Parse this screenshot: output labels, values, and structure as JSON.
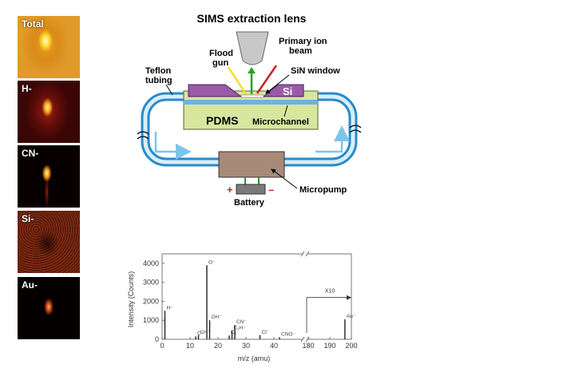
{
  "image_panels": [
    {
      "label": "Total"
    },
    {
      "label": "H-"
    },
    {
      "label": "CN-"
    },
    {
      "label": "Si-"
    },
    {
      "label": "Au-"
    }
  ],
  "diagram": {
    "title": "SIMS extraction lens",
    "flood_gun": [
      "Flood",
      "gun"
    ],
    "primary_ion_beam": [
      "Primary ion",
      "beam"
    ],
    "sin_window": "SiN window",
    "teflon_tubing": [
      "Teflon",
      "tubing"
    ],
    "si": "Si",
    "pdms": "PDMS",
    "microchannel": "Microchannel",
    "micropump": "Micropump",
    "battery": "Battery",
    "plus": "+",
    "minus": "–",
    "colors": {
      "pdms": "#d8e6a0",
      "si": "#9a5aa8",
      "tube": "#2a8ac8",
      "pump": "#a88a78",
      "lens": "#c0c0c0"
    }
  },
  "chart_data": {
    "type": "bar",
    "title": "",
    "xlabel": "m/z (amu)",
    "ylabel": "Intensity (Counts)",
    "ylim": [
      0,
      4500
    ],
    "yticks": [
      "0",
      "1000",
      "2000",
      "3000",
      "4000"
    ],
    "xticks_left": [
      "0",
      "10",
      "20",
      "30",
      "40"
    ],
    "xticks_right": [
      "180",
      "190",
      "200"
    ],
    "x_break": "between 50 and 180",
    "scale_annotation": "X10",
    "peaks": [
      {
        "mz": 1,
        "value": 1500,
        "label": "H⁻"
      },
      {
        "mz": 12,
        "value": 150,
        "label": "C⁻"
      },
      {
        "mz": 13,
        "value": 220,
        "label": "CH⁻"
      },
      {
        "mz": 16,
        "value": 3900,
        "label": "O⁻"
      },
      {
        "mz": 17,
        "value": 1000,
        "label": "OH⁻"
      },
      {
        "mz": 24,
        "value": 200,
        "label": "C₂⁻"
      },
      {
        "mz": 25,
        "value": 450,
        "label": "C₂H⁻"
      },
      {
        "mz": 26,
        "value": 750,
        "label": "CN⁻"
      },
      {
        "mz": 35,
        "value": 220,
        "label": "Cl⁻"
      },
      {
        "mz": 42,
        "value": 110,
        "label": "CNO⁻"
      },
      {
        "mz": 197,
        "value": 1050,
        "label": "Au⁻"
      }
    ]
  }
}
